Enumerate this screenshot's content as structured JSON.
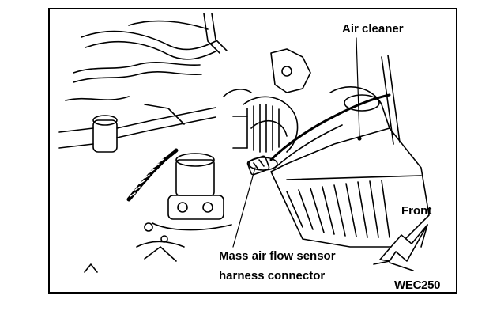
{
  "labels": {
    "air_cleaner": "Air cleaner",
    "front": "Front",
    "maf_line1": "Mass air flow sensor",
    "maf_line2": "harness connector",
    "figure_code": "WEC250"
  },
  "icons": [
    "front-arrow-icon"
  ],
  "colors": {
    "ink": "#000000",
    "paper": "#ffffff"
  }
}
